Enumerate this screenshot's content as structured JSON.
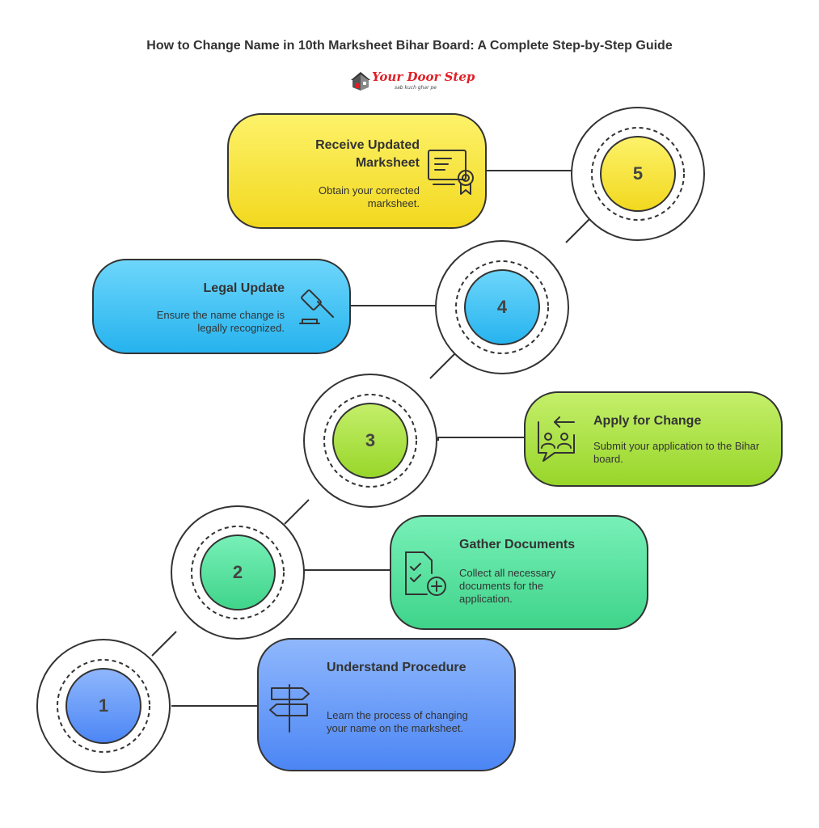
{
  "header": {
    "title": "How to Change Name in 10th Marksheet Bihar Board: A Complete Step-by-Step Guide"
  },
  "logo": {
    "name": "Your Door Step",
    "tagline": "sab kuch ghar pe"
  },
  "steps": [
    {
      "number": "1",
      "title": "Understand Procedure",
      "description": "Learn the process of changing your name on the marksheet.",
      "icon": "signpost-icon",
      "color_top": "#8fb7fc",
      "color_bottom": "#4c86f5"
    },
    {
      "number": "2",
      "title": "Gather Documents",
      "description": "Collect all necessary documents for the application.",
      "icon": "document-checklist-plus-icon",
      "color_top": "#78f0b8",
      "color_bottom": "#3fd48a"
    },
    {
      "number": "3",
      "title": "Apply for Change",
      "description": "Submit your application to the Bihar board.",
      "icon": "people-exchange-icon",
      "color_top": "#c4ef6a",
      "color_bottom": "#98d62a"
    },
    {
      "number": "4",
      "title": "Legal Update",
      "description": "Ensure the name change is legally recognized.",
      "icon": "gavel-icon",
      "color_top": "#6dd6fb",
      "color_bottom": "#26b3ee"
    },
    {
      "number": "5",
      "title": "Receive Updated Marksheet",
      "description": "Obtain your corrected marksheet.",
      "icon": "certificate-icon",
      "color_top": "#fdf26a",
      "color_bottom": "#f2d81e"
    }
  ]
}
